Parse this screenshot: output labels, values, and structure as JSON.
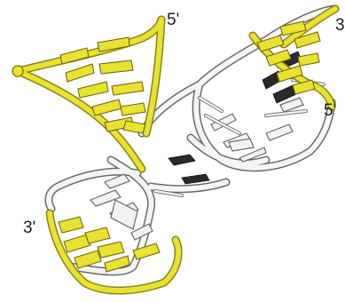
{
  "labels": {
    "top_left_5prime": "5'",
    "top_right_3prime": "3",
    "right_5prime": "5'",
    "bottom_left_3prime": "3'"
  },
  "colors": {
    "strand_yellow": "#e8e230",
    "strand_yellow_dark": "#8a8418",
    "strand_white": "#f3f3f3",
    "strand_outline": "#555555",
    "base_dark": "#2a2a2a"
  }
}
